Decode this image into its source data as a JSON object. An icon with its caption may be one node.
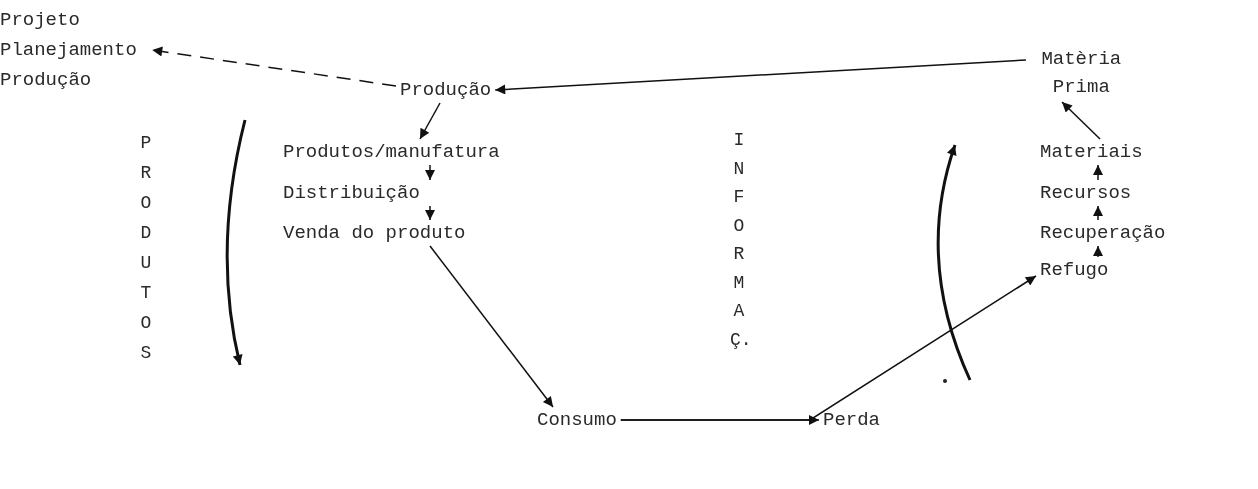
{
  "diagram": {
    "nodes": [
      {
        "text": [
          "Projeto Planejamento Produção"
        ]
      },
      {
        "text": [
          "Produção"
        ]
      },
      {
        "text": [
          "Matèria Prima"
        ]
      },
      {
        "text": [
          "Produtos/manufatura"
        ]
      },
      {
        "text": [
          "Distribuição"
        ]
      },
      {
        "text": [
          "Venda do produto"
        ]
      },
      {
        "text": [
          "Consumo"
        ]
      },
      {
        "text": [
          "Perda"
        ]
      },
      {
        "text": [
          "Materiais"
        ]
      },
      {
        "text": [
          "Recursos"
        ]
      },
      {
        "text": [
          "Recuperação"
        ]
      },
      {
        "text": [
          "Refugo"
        ]
      }
    ],
    "edges": [
      {
        "from": 1,
        "to": 0,
        "arrow": "to",
        "style": "dashed"
      },
      {
        "from": 2,
        "to": 1,
        "arrow": "to"
      },
      {
        "from": 1,
        "to": 3,
        "arrow": "to"
      },
      {
        "from": 3,
        "to": 4,
        "arrow": "to"
      },
      {
        "from": 4,
        "to": 5,
        "arrow": "to"
      },
      {
        "from": 5,
        "to": 6,
        "arrow": "to"
      },
      {
        "from": 6,
        "to": 7,
        "arrow": "to"
      },
      {
        "from": 6,
        "to": 11,
        "arrow": "to"
      },
      {
        "from": 11,
        "to": 10,
        "arrow": "to"
      },
      {
        "from": 10,
        "to": 9,
        "arrow": "to"
      },
      {
        "from": 9,
        "to": 8,
        "arrow": "to"
      },
      {
        "from": 8,
        "to": 2,
        "arrow": "to"
      }
    ],
    "labels": [
      "PRODUTOS",
      "INFORMAÇ."
    ]
  }
}
